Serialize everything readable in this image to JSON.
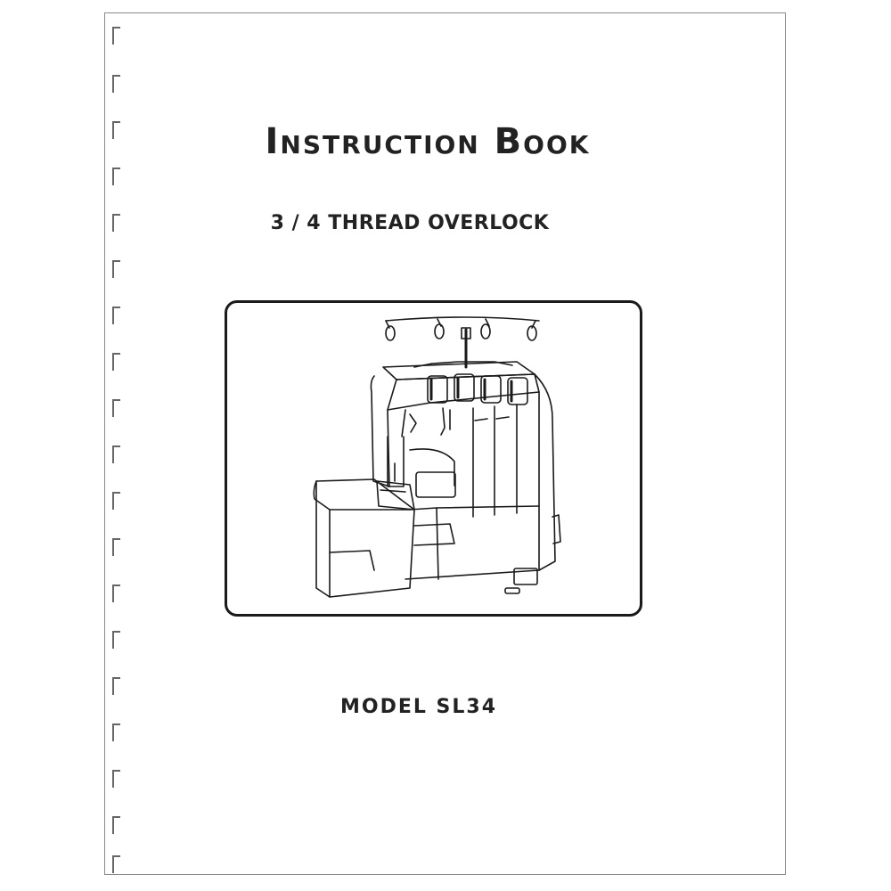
{
  "document": {
    "title": "Instruction Book",
    "subtitle": "3 / 4 THREAD OVERLOCK",
    "model": "MODEL SL34"
  },
  "illustration": {
    "icon": "overlock-machine-illustration"
  }
}
